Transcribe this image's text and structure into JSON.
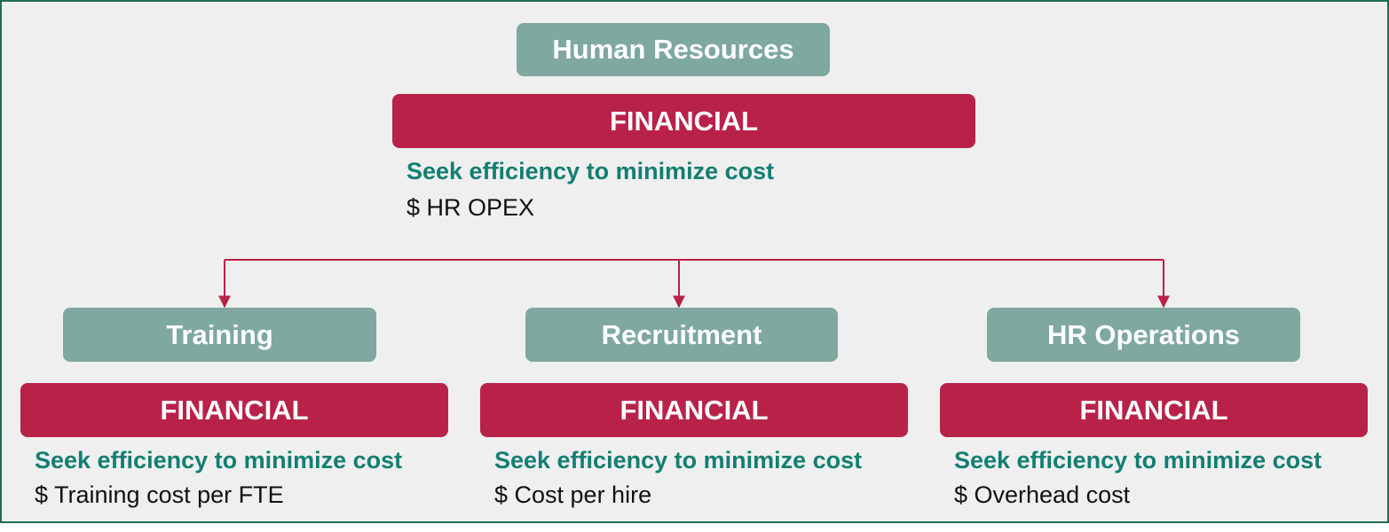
{
  "top": {
    "unit": "Human Resources",
    "perspective": "FINANCIAL",
    "goal": "Seek efficiency to minimize cost",
    "measure": "$ HR OPEX"
  },
  "children": [
    {
      "unit": "Training",
      "perspective": "FINANCIAL",
      "goal": "Seek efficiency to minimize cost",
      "measure": "$ Training cost per FTE"
    },
    {
      "unit": "Recruitment",
      "perspective": "FINANCIAL",
      "goal": "Seek efficiency to minimize cost",
      "measure": "$ Cost per hire"
    },
    {
      "unit": "HR Operations",
      "perspective": "FINANCIAL",
      "goal": "Seek efficiency to minimize cost",
      "measure": "$ Overhead cost"
    }
  ],
  "colors": {
    "frame_border": "#1f6b52",
    "unit_fill": "#7ea8a0",
    "financial_fill": "#b92248",
    "goal_text": "#127f72",
    "connector": "#b92248"
  }
}
